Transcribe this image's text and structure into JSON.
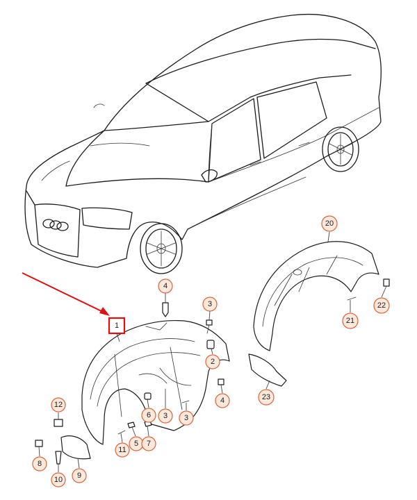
{
  "diagram": {
    "highlighted_part": "1",
    "colors": {
      "callout_fill": "#fde8dc",
      "callout_stroke": "#d9643a",
      "highlight_box": "#e01010",
      "arrow": "#e01010",
      "linework": "#1a1a1a"
    },
    "callouts": [
      {
        "id": "c1",
        "label": "1"
      },
      {
        "id": "c2",
        "label": "2"
      },
      {
        "id": "c3a",
        "label": "3"
      },
      {
        "id": "c3b",
        "label": "3"
      },
      {
        "id": "c3c",
        "label": "3"
      },
      {
        "id": "c4a",
        "label": "4"
      },
      {
        "id": "c4b",
        "label": "4"
      },
      {
        "id": "c5",
        "label": "5"
      },
      {
        "id": "c6",
        "label": "6"
      },
      {
        "id": "c7",
        "label": "7"
      },
      {
        "id": "c8",
        "label": "8"
      },
      {
        "id": "c9",
        "label": "9"
      },
      {
        "id": "c10",
        "label": "10"
      },
      {
        "id": "c11",
        "label": "11"
      },
      {
        "id": "c12",
        "label": "12"
      },
      {
        "id": "c20",
        "label": "20"
      },
      {
        "id": "c21",
        "label": "21"
      },
      {
        "id": "c22",
        "label": "22"
      },
      {
        "id": "c23",
        "label": "23"
      }
    ]
  }
}
